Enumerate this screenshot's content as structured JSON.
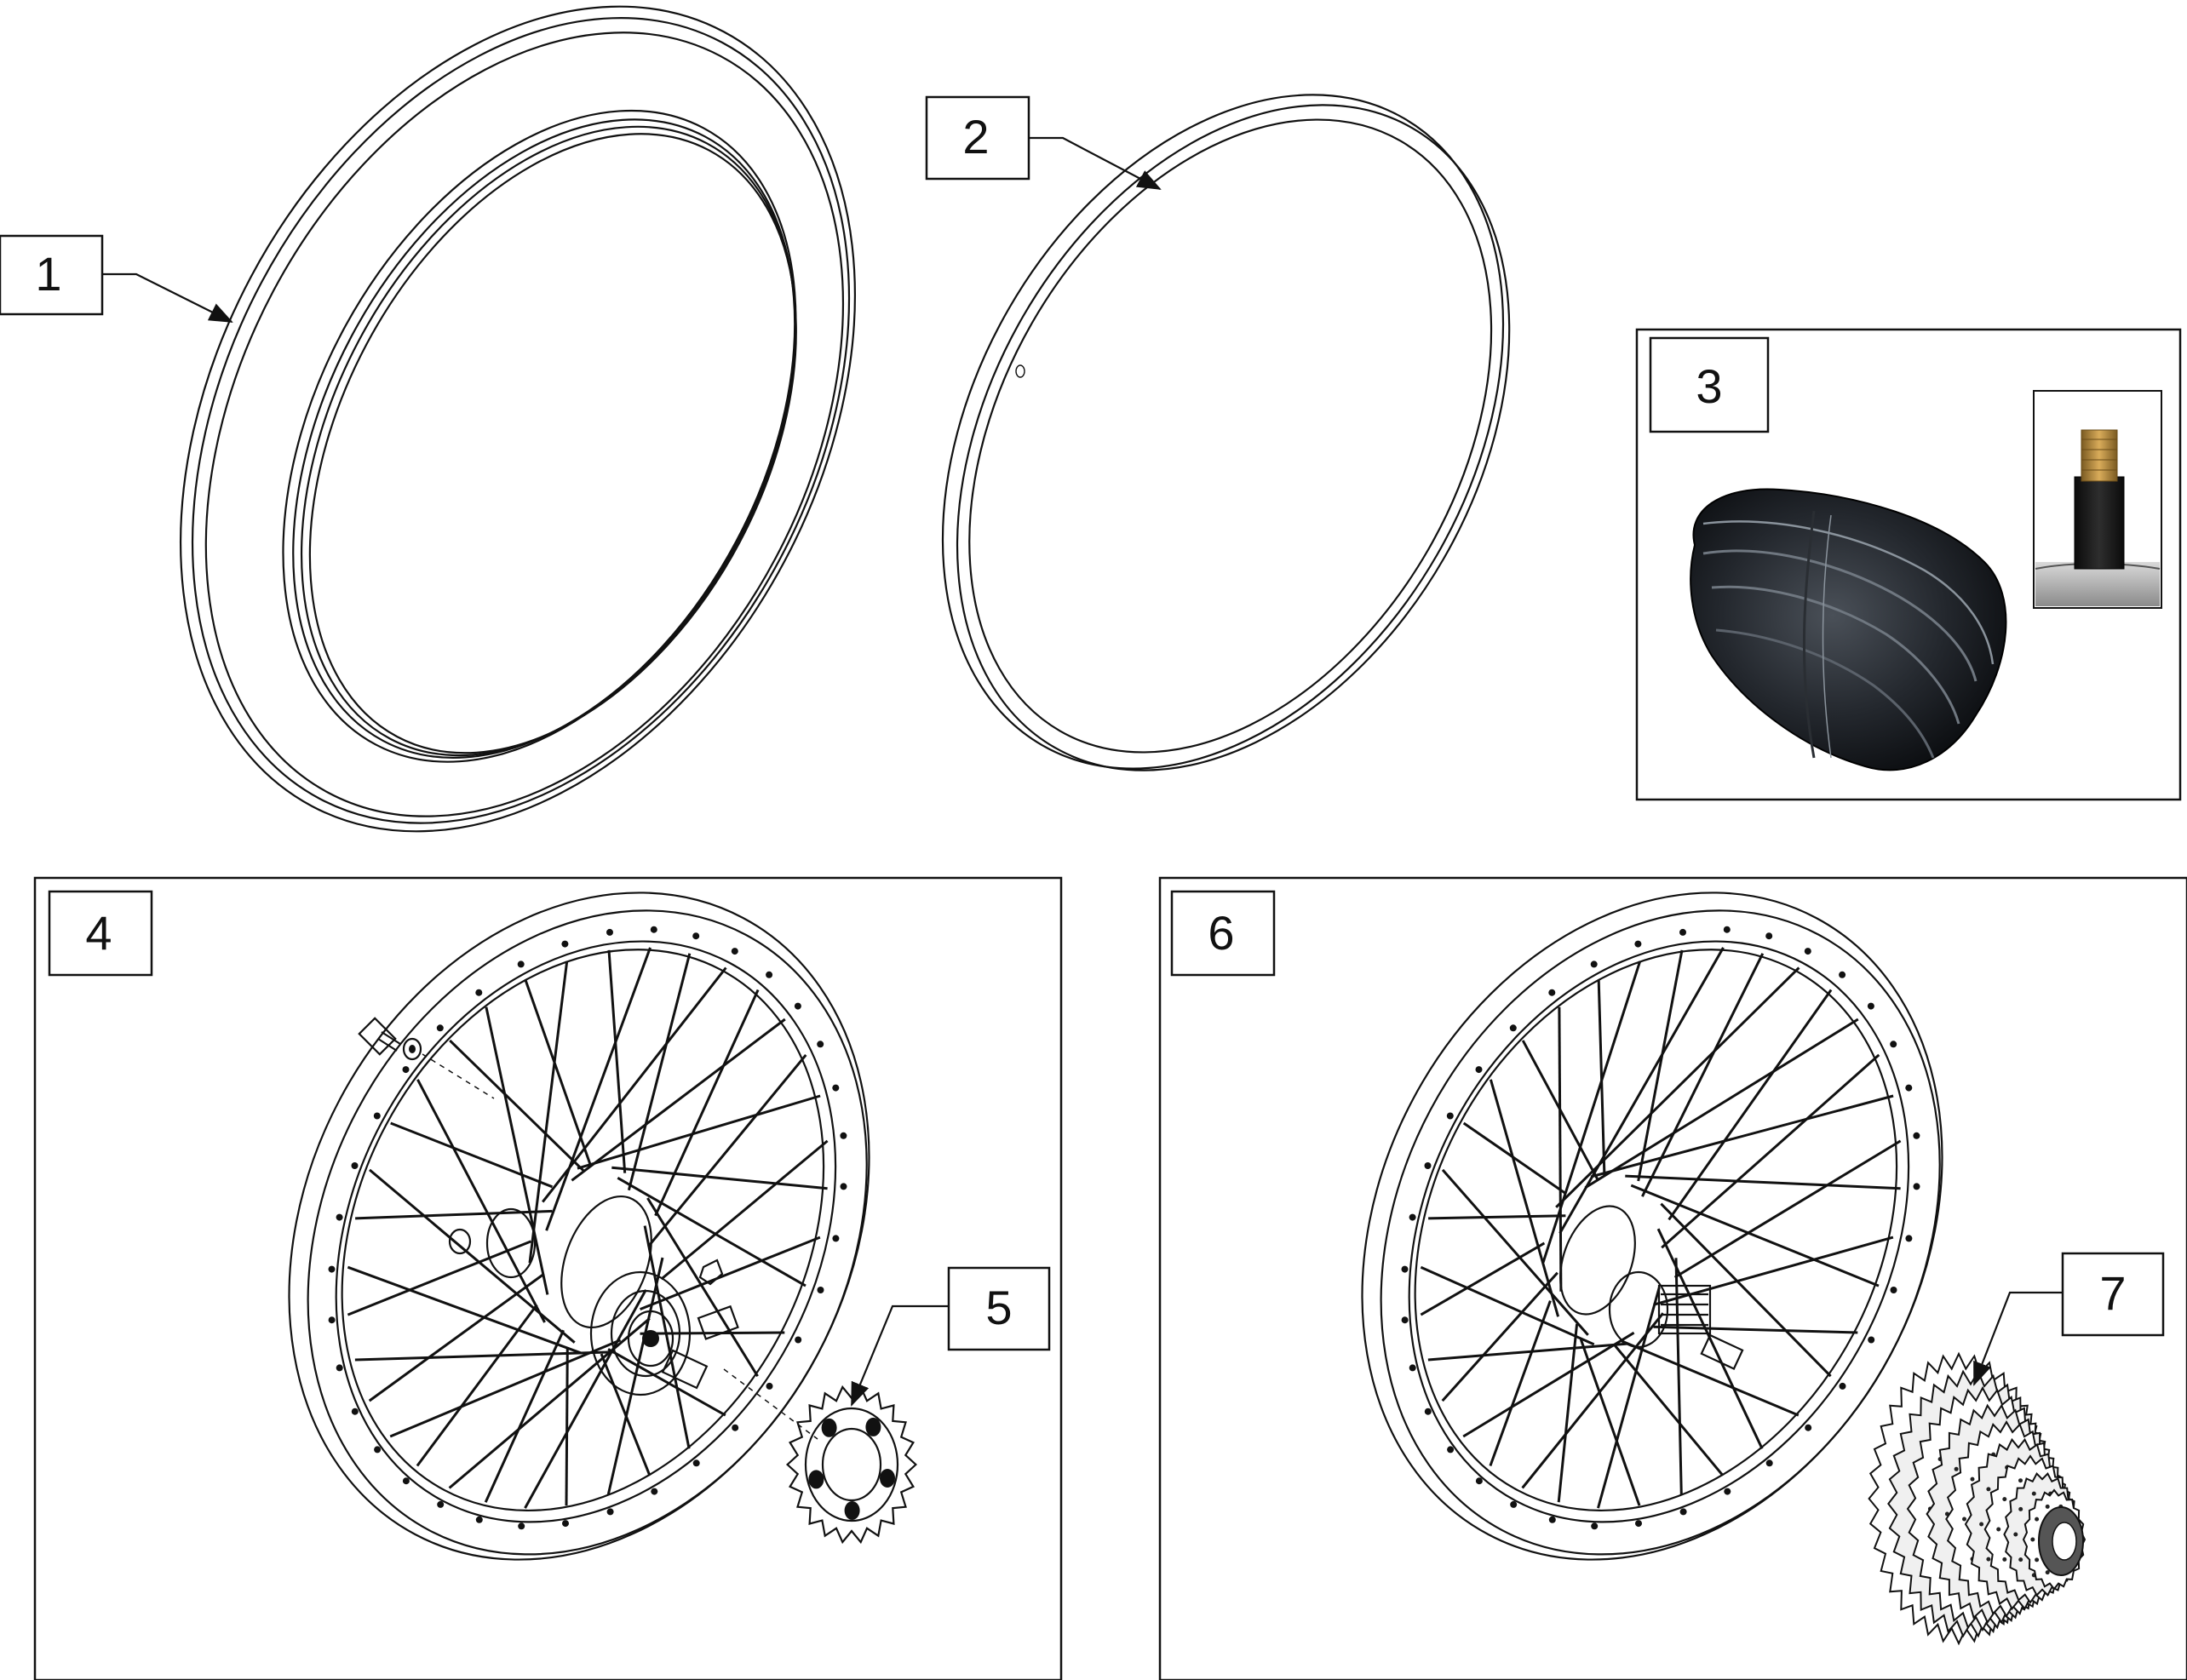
{
  "callouts": [
    {
      "id": "1",
      "label": "1"
    },
    {
      "id": "2",
      "label": "2"
    },
    {
      "id": "3",
      "label": "3"
    },
    {
      "id": "4",
      "label": "4"
    },
    {
      "id": "5",
      "label": "5"
    },
    {
      "id": "6",
      "label": "6"
    },
    {
      "id": "7",
      "label": "7"
    }
  ],
  "colors": {
    "line": "#111111",
    "tube": "#1c1f24",
    "valve_brass": "#b78a3a",
    "background": "#ffffff"
  },
  "parts": [
    {
      "callout": "1",
      "icon": "tire-icon"
    },
    {
      "callout": "2",
      "icon": "rim-strip-icon"
    },
    {
      "callout": "3",
      "icon": "inner-tube-icon"
    },
    {
      "callout": "4",
      "icon": "rear-wheel-single-speed-icon"
    },
    {
      "callout": "5",
      "icon": "sprocket-icon"
    },
    {
      "callout": "6",
      "icon": "rear-wheel-cassette-icon"
    },
    {
      "callout": "7",
      "icon": "cassette-icon"
    }
  ]
}
